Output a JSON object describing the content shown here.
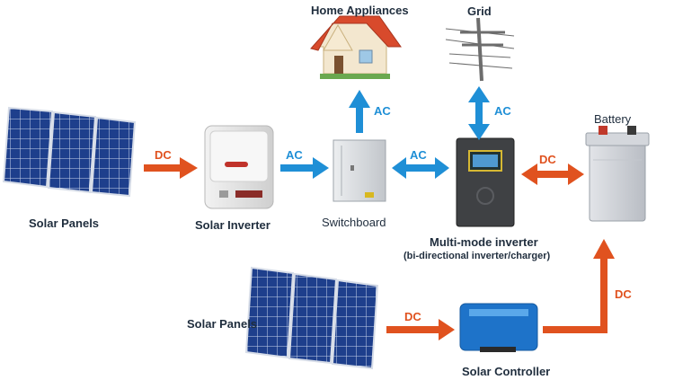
{
  "labels": {
    "solar_panels_top": "Solar Panels",
    "solar_inverter": "Solar  Inverter",
    "switchboard": "Switchboard",
    "home_appliances": "Home Appliances",
    "grid": "Grid",
    "battery": "Battery",
    "multimode_title": "Multi-mode inverter",
    "multimode_sub": "(bi-directional inverter/charger)",
    "solar_panels_bottom": "Solar Panels",
    "solar_controller": "Solar Controller"
  },
  "arrows": {
    "dc_panels_inverter": "DC",
    "ac_inverter_switch": "AC",
    "ac_switch_home": "AC",
    "ac_switch_multi": "AC",
    "ac_grid_multi": "AC",
    "dc_multi_battery": "DC",
    "dc_panels_controller": "DC",
    "dc_controller_battery": "DC"
  },
  "colors": {
    "dc_arrow": "#e0521f",
    "ac_arrow": "#1f8fd6",
    "label_text": "#1f2d3d"
  },
  "icons": [
    "solar-panel-icon",
    "inverter-icon",
    "switchboard-icon",
    "house-icon",
    "utility-pole-icon",
    "multimode-inverter-icon",
    "battery-icon",
    "solar-controller-icon"
  ]
}
